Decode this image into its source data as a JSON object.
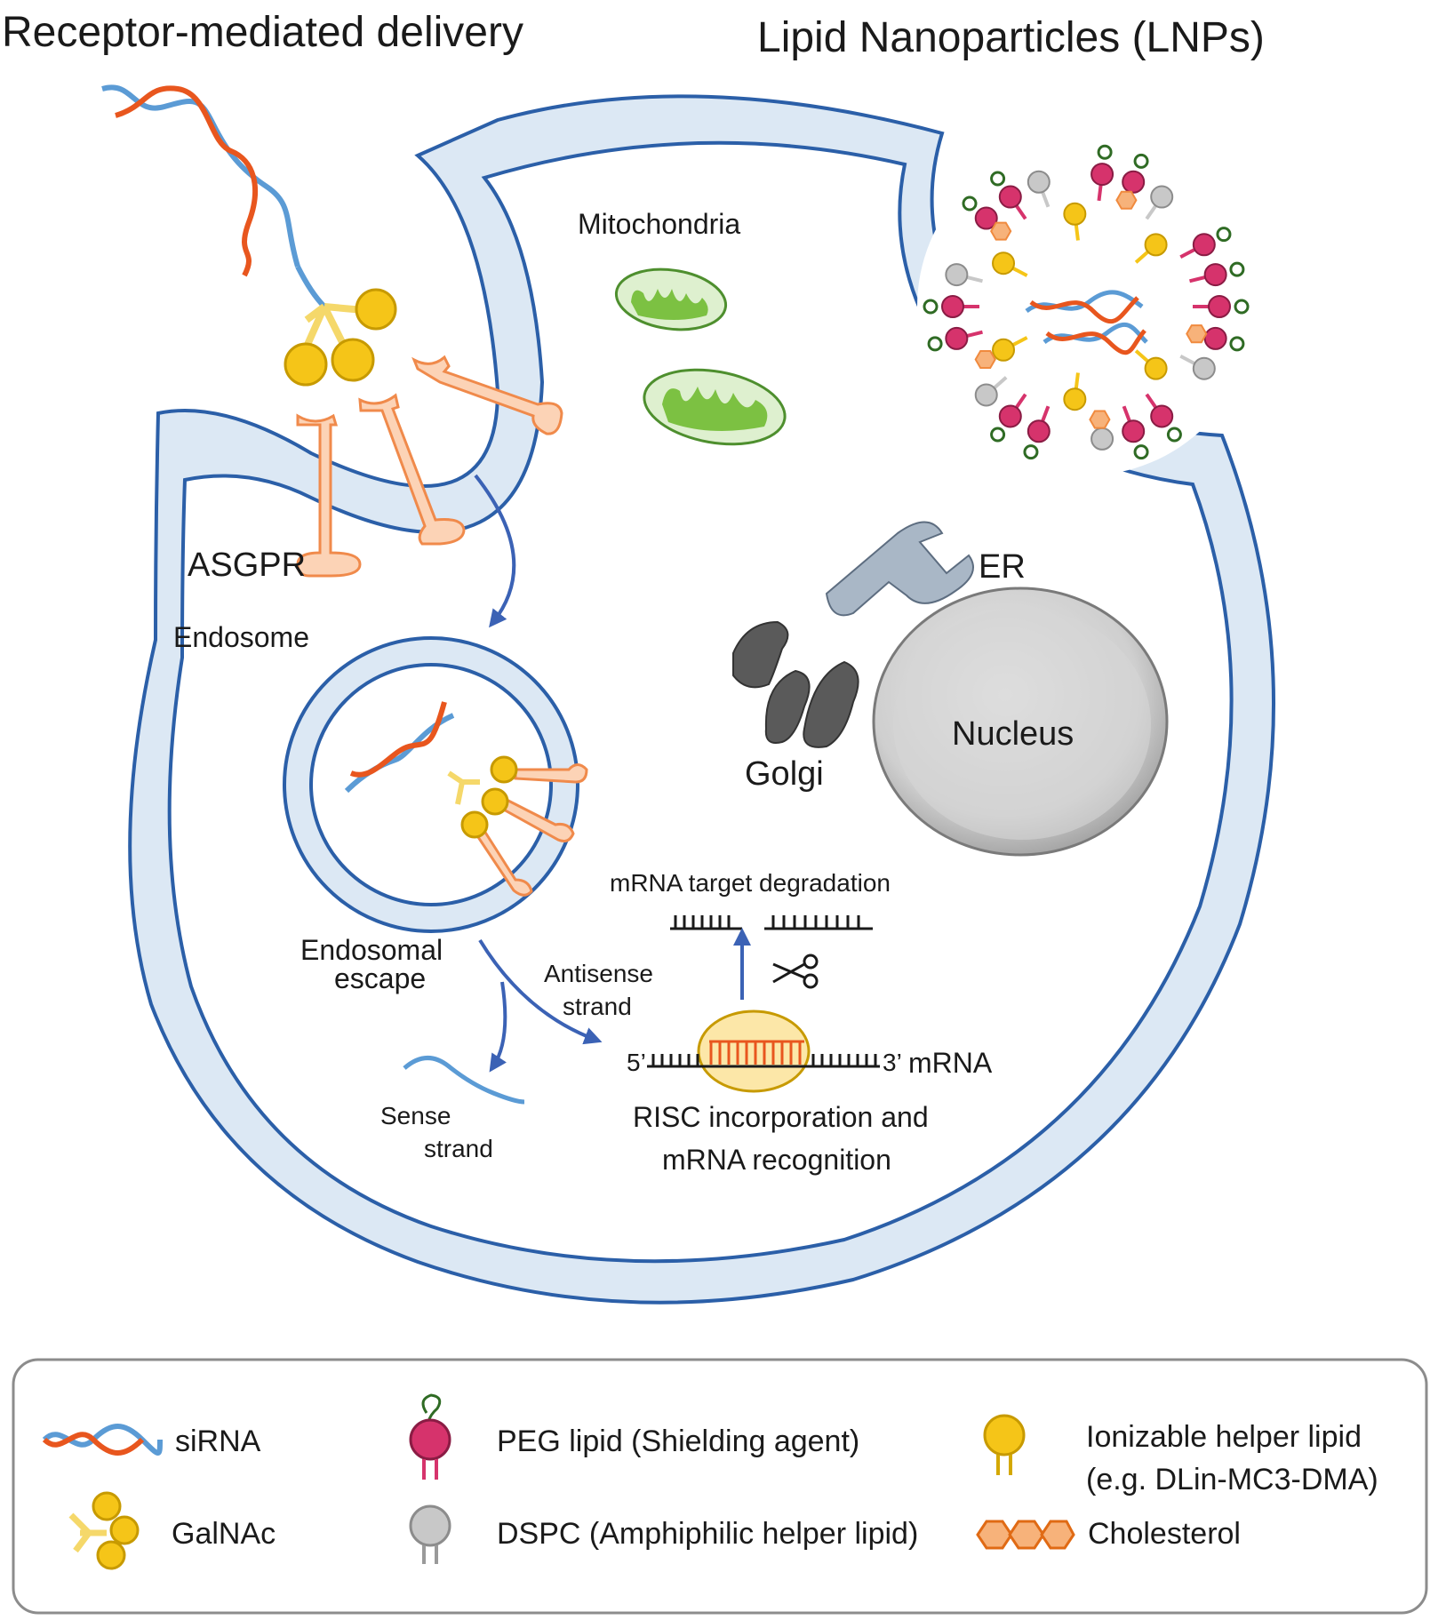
{
  "titles": {
    "receptor": "Receptor-mediated delivery",
    "lnp": "Lipid Nanoparticles (LNPs)"
  },
  "labels": {
    "mitochondria": "Mitochondria",
    "asgpr": "ASGPR",
    "endosome": "Endosome",
    "er": "ER",
    "golgi": "Golgi",
    "nucleus": "Nucleus",
    "endosomal_escape_1": "Endosomal",
    "endosomal_escape_2": "escape",
    "antisense_1": "Antisense",
    "antisense_2": "strand",
    "sense_1": "Sense",
    "sense_2": "strand",
    "mrna_degradation": "mRNA target degradation",
    "five_prime": "5’",
    "three_prime": "3’",
    "mrna": "mRNA",
    "risc_1": "RISC incorporation and",
    "risc_2": "mRNA recognition"
  },
  "legend": {
    "sirna": "siRNA",
    "galnac": "GalNAc",
    "peg": "PEG lipid (Shielding agent)",
    "dspc": "DSPC (Amphiphilic helper lipid)",
    "ionizable_1": "Ionizable helper lipid",
    "ionizable_2": "(e.g. DLin-MC3-DMA)",
    "cholesterol": "Cholesterol"
  },
  "colors": {
    "membrane_fill": "#dce8f4",
    "membrane_stroke": "#2b5fa8",
    "rna_blue": "#5b9bd5",
    "rna_orange": "#e8561e",
    "galnac_fill": "#f5c518",
    "galnac_stroke": "#c79a00",
    "receptor_fill": "#fcd3b6",
    "receptor_stroke": "#f08a4b",
    "peg_red": "#d6336c",
    "dspc_gray": "#c8c8c8",
    "chol_orange": "#f08a3e",
    "mito_green": "#7cc142",
    "er_gray": "#a9b7c6",
    "golgi_gray": "#5a5a5a",
    "nucleus_gray": "#c9c9c9",
    "arrow_blue": "#3b62b5"
  }
}
